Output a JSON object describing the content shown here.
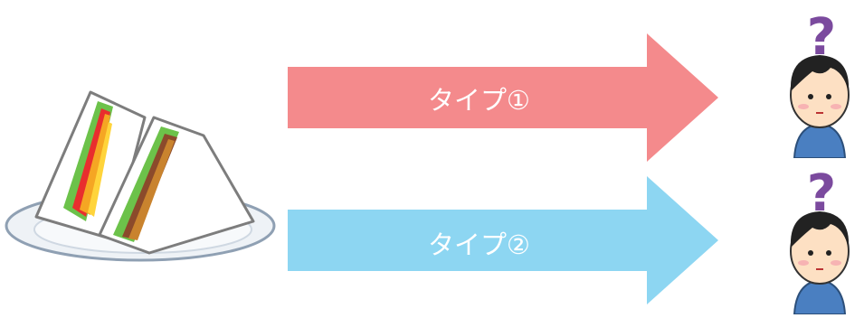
{
  "arrows": [
    {
      "label": "タイプ①",
      "color": "#f48a8c"
    },
    {
      "label": "タイプ②",
      "color": "#8dd6f2"
    }
  ],
  "question_mark": {
    "glyph": "?",
    "color": "#7b4a9e"
  },
  "illustration": {
    "sandwich": "sandwich-plate-illustration",
    "person": "confused-boy-illustration"
  }
}
